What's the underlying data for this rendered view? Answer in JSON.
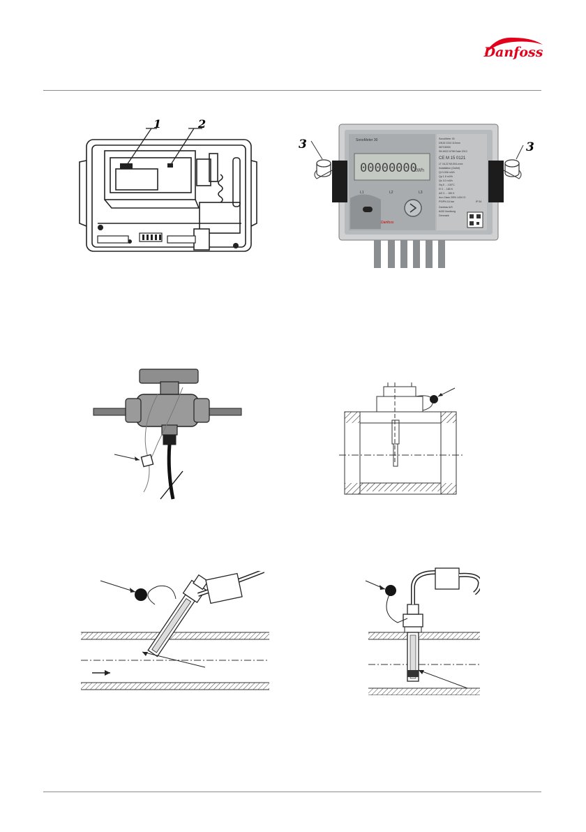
{
  "header": {
    "brand": "Danfoss"
  },
  "figure_top_left": {
    "callouts": [
      "1",
      "2"
    ]
  },
  "figure_top_right": {
    "callout_left": "3",
    "callout_right": "3",
    "meter_brand": "SonoMeter 30",
    "display": "00000000",
    "display_unit": "kWh",
    "status_labels": [
      "L1",
      "L2",
      "L3"
    ],
    "nameplate_lines": [
      "SonoMeter 30",
      "DN15 G3/4 110mm",
      "087G6000",
      "SN 6022 6758  Date 2013",
      "CE  M 15  0121",
      "LT 16,22 MI-004-xxxx",
      "Installation (Outlet)",
      "Qi  0.006 m3/h",
      "Qp  1.5 m3/h",
      "Qs  3.0 m3/h",
      "Θq 5 ... 130°C",
      "Θ  3 ... 180 K",
      "ΔΘ 3 ... 150 K",
      "Acc.Class 2/EN 1434 Cl",
      "PS/PN 16 bar",
      "Danfoss A/S",
      "6430 Nordborg",
      "Denmark"
    ],
    "nameplate_extra": "IP 54"
  }
}
